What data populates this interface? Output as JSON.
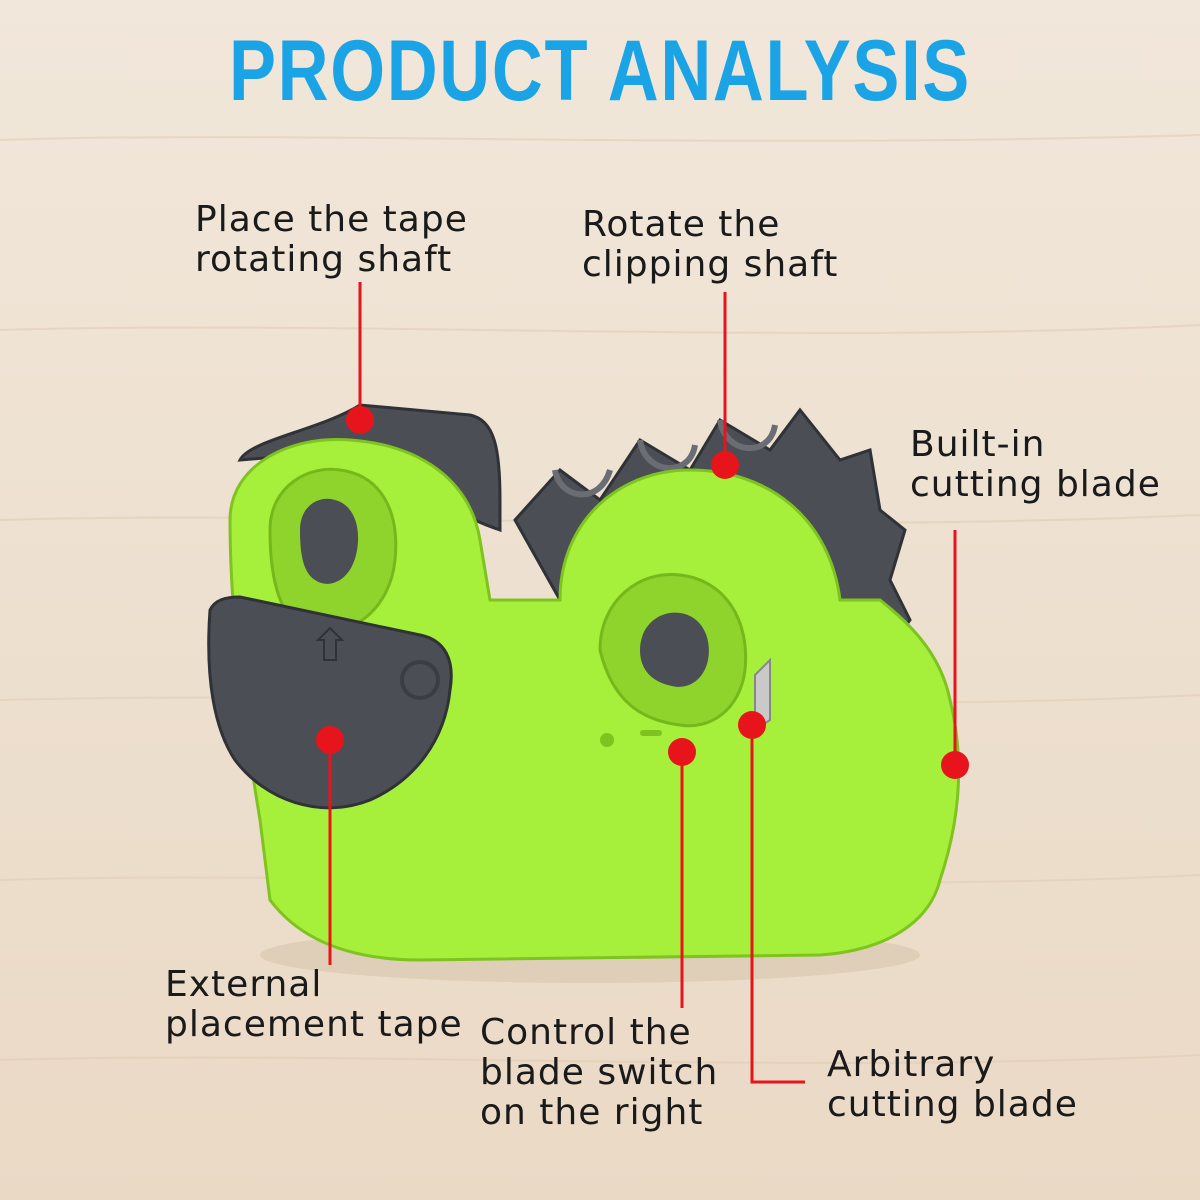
{
  "title": "PRODUCT ANALYSIS",
  "colors": {
    "title": "#1aa4e6",
    "pointer": "#e8141c",
    "body_green": "#a6ef3a",
    "dark_parts": "#4b4e54",
    "background": "#efe4d6"
  },
  "callouts": [
    {
      "id": "tape-shaft",
      "lines": [
        "Place the tape",
        "rotating shaft"
      ]
    },
    {
      "id": "clipping-shaft",
      "lines": [
        "Rotate the",
        "clipping shaft"
      ]
    },
    {
      "id": "builtin-blade",
      "lines": [
        "Built-in",
        "cutting blade"
      ]
    },
    {
      "id": "external-tape",
      "lines": [
        "External",
        "placement tape"
      ]
    },
    {
      "id": "blade-switch",
      "lines": [
        "Control the",
        "blade switch",
        "on the right"
      ]
    },
    {
      "id": "arbitrary-blade",
      "lines": [
        "Arbitrary",
        "cutting blade"
      ]
    }
  ]
}
